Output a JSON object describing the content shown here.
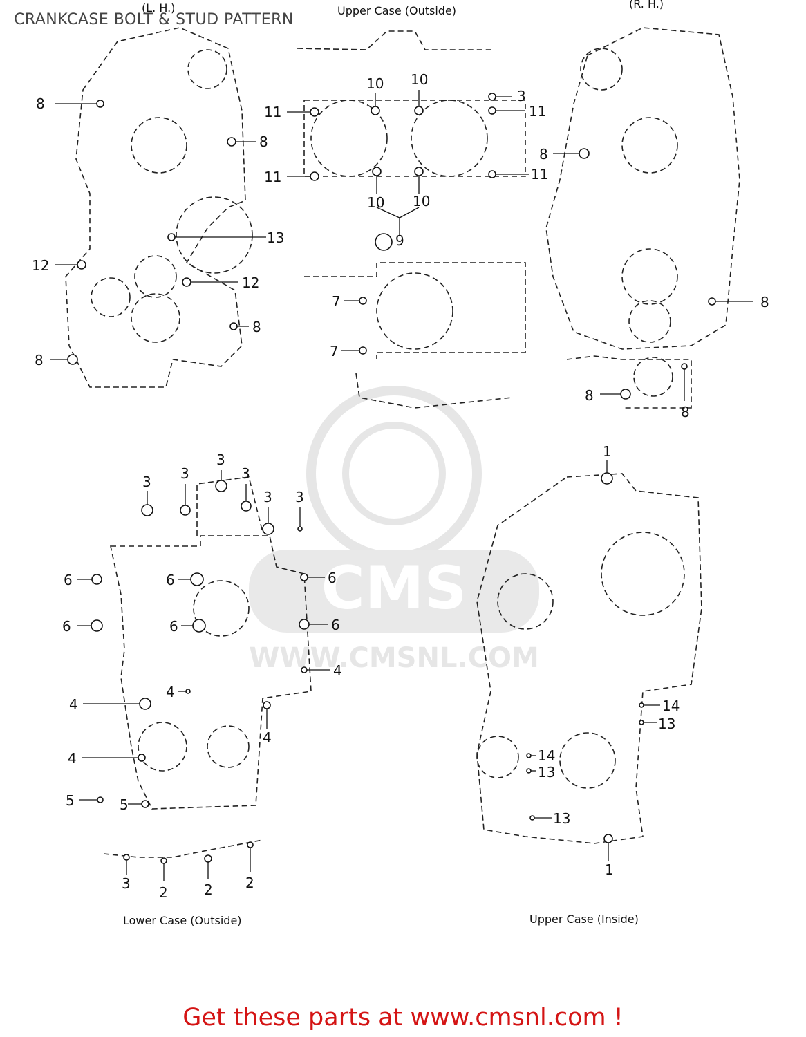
{
  "header": {
    "title": "CRANKCASE BOLT & STUD PATTERN"
  },
  "views": {
    "lh": "(L. H.)",
    "upper_outside": "Upper Case (Outside)",
    "rh": "(R. H.)",
    "lower_outside": "Lower Case (Outside)",
    "upper_inside": "Upper Case (Inside)"
  },
  "watermark": {
    "text": "WWW.CMSNL.COM",
    "logo": "CMS"
  },
  "footer": {
    "cta": "Get these parts at www.cmsnl.com !"
  },
  "callouts": {
    "lh": [
      "8",
      "8",
      "13",
      "12",
      "12",
      "8",
      "8"
    ],
    "upper_outside": [
      "10",
      "10",
      "3",
      "11",
      "11",
      "11",
      "11",
      "10",
      "10",
      "9",
      "7",
      "7"
    ],
    "rh": [
      "8",
      "8",
      "8",
      "8"
    ],
    "lower_outside": [
      "3",
      "3",
      "3",
      "3",
      "3",
      "3",
      "6",
      "6",
      "6",
      "6",
      "6",
      "6",
      "4",
      "4",
      "4",
      "4",
      "4",
      "5",
      "5",
      "3",
      "2",
      "2",
      "2"
    ],
    "upper_inside": [
      "1",
      "14",
      "13",
      "14",
      "13",
      "13",
      "1"
    ]
  }
}
